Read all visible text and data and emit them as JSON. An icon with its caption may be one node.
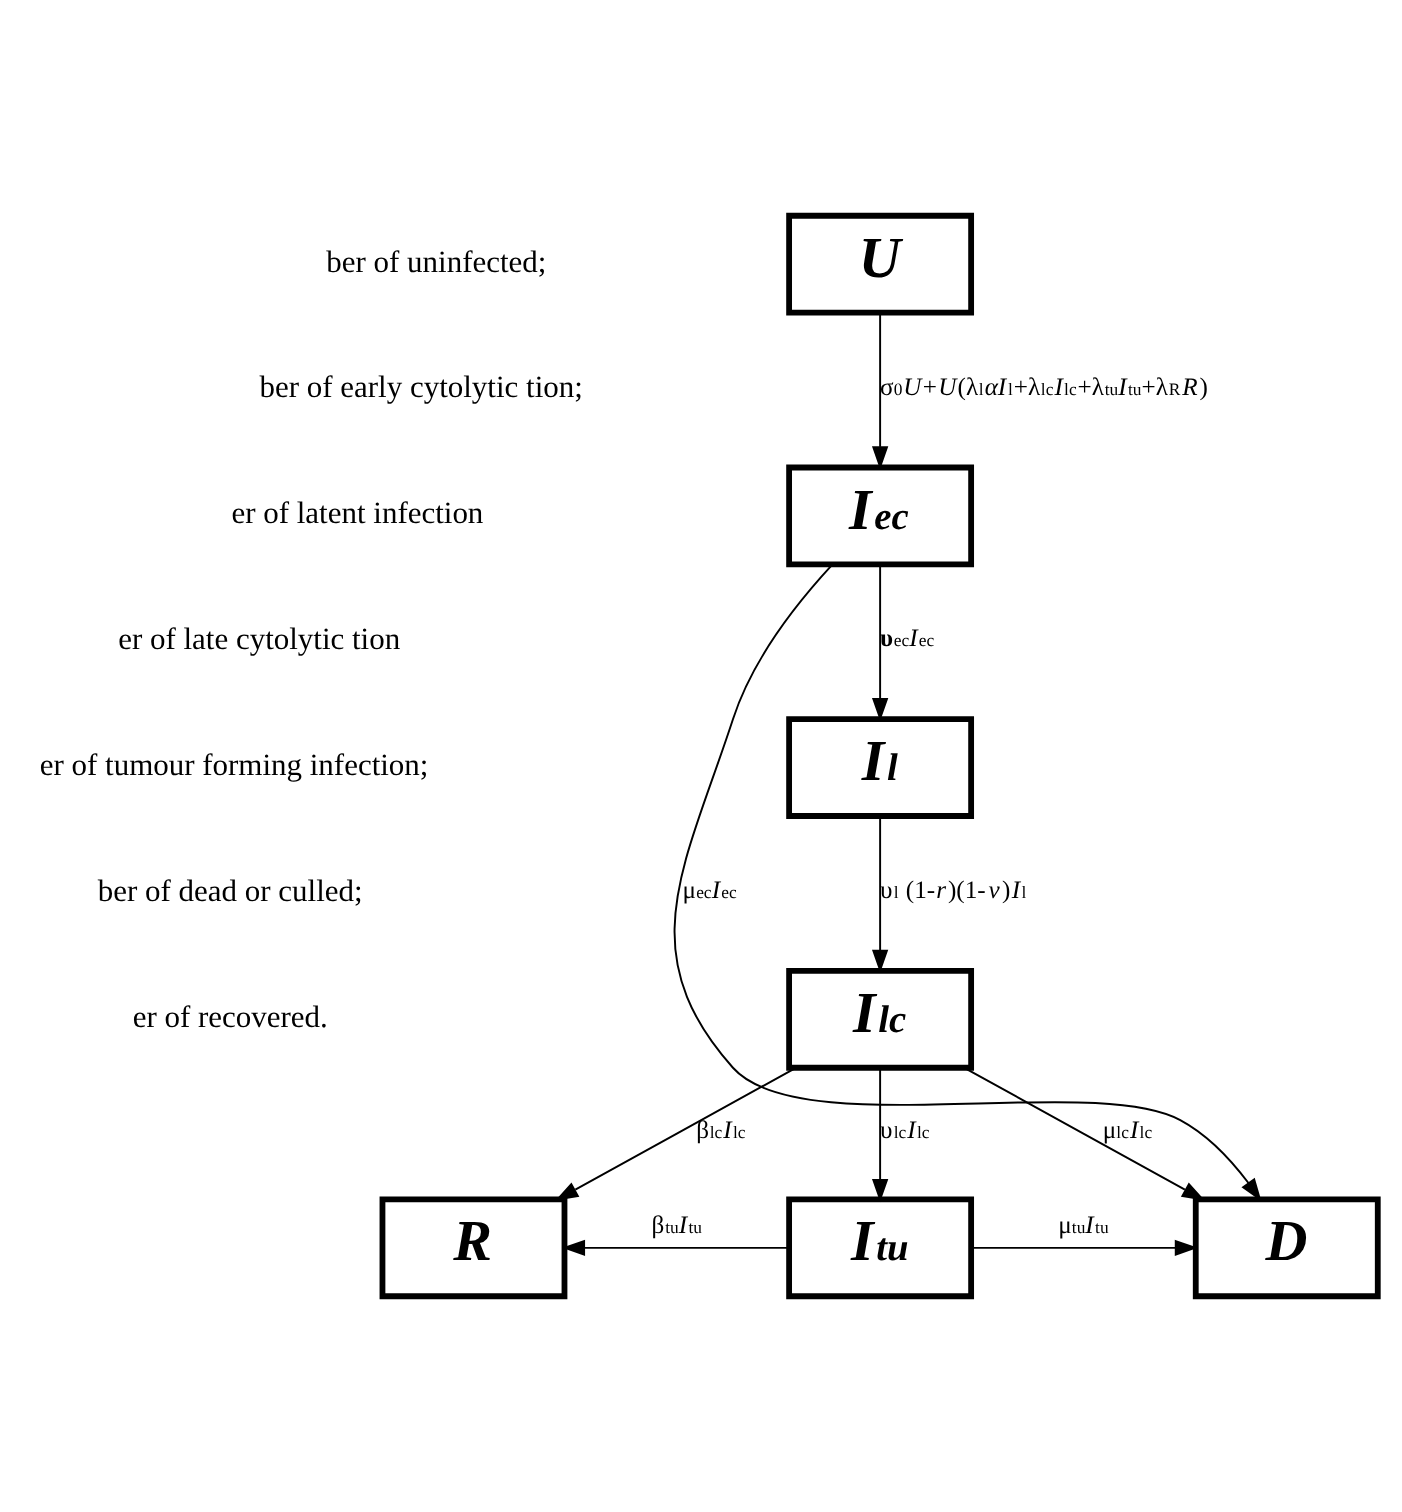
{
  "diagram": {
    "nodes": [
      {
        "text": [
          "U"
        ]
      },
      {
        "text": [
          "I$_{ec}$"
        ]
      },
      {
        "text": [
          "I$_{l}$"
        ]
      },
      {
        "text": [
          "I$_{lc}$"
        ]
      },
      {
        "text": [
          "R"
        ]
      },
      {
        "text": [
          "I$_{tu}$"
        ]
      },
      {
        "text": [
          "D"
        ]
      }
    ],
    "edges": [
      {
        "from": 0,
        "to": 1,
        "arrow": "to",
        "label": "σ$_{0}$*U*+*U*(λ$_{l}$*αI*$_{l}$+λ$_{lc}$*I*$_{lc}$+λ$_{tu}$*I*$_{tu}$+λ$_{R}$*R*)"
      },
      {
        "from": 1,
        "to": 6,
        "arrow": "to",
        "label": "μ$_{ec}$*I*$_{ec}$"
      },
      {
        "from": 1,
        "to": 2,
        "arrow": "to",
        "label": "**υ**$_{ec}$*I*$_{ec}$"
      },
      {
        "from": 2,
        "to": 3,
        "arrow": "to",
        "label": "υ$_{l}$ (1-*r*)(1-*v*)*I*$_{l}$"
      },
      {
        "from": 3,
        "to": 4,
        "arrow": "to",
        "label": "β$_{lc}$*I*$_{lc}$"
      },
      {
        "from": 3,
        "to": 6,
        "arrow": "to",
        "label": "μ$_{lc}$*I*$_{lc}$"
      },
      {
        "from": 3,
        "to": 5,
        "arrow": "to",
        "label": "υ$_{lc}$*I*$_{lc}$"
      },
      {
        "from": 5,
        "to": 4,
        "arrow": "to",
        "label": "β$_{tu}$*I*$_{tu}$"
      },
      {
        "from": 5,
        "to": 6,
        "arrow": "to",
        "label": "μ$_{tu}$*I*$_{tu}$"
      }
    ],
    "labels": [
      "ber of uninfected;",
      "ber of early cytolytic tion;",
      "er of latent infection",
      "er of late cytolytic tion",
      "er of tumour forming infection;",
      "ber of dead or culled;",
      "er of recovered."
    ]
  }
}
